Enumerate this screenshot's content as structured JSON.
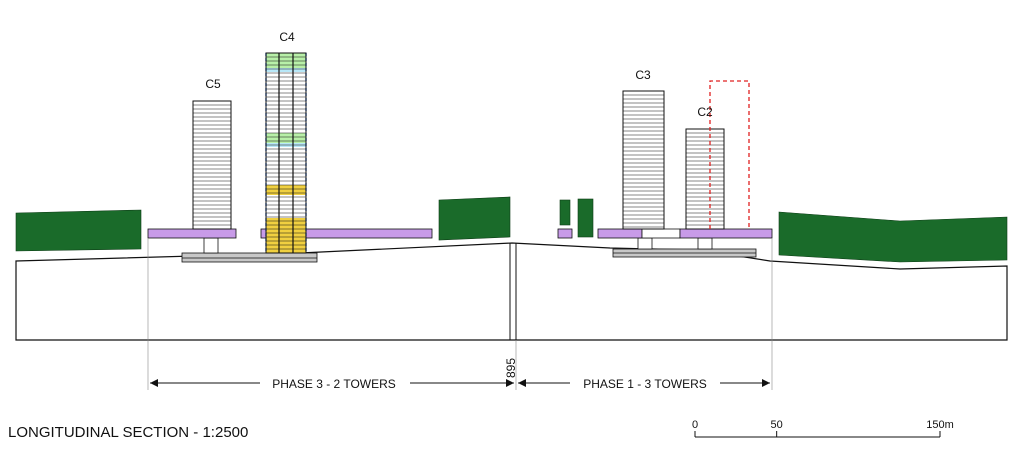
{
  "title": "LONGITUDINAL SECTION - 1:2500",
  "towers": {
    "c2": "C2",
    "c3": "C3",
    "c4": "C4",
    "c5": "C5"
  },
  "phases": {
    "left": "PHASE 3 - 2 TOWERS",
    "right": "PHASE 1 - 3 TOWERS"
  },
  "dimension_marker": "895",
  "scale_bar": {
    "ticks": [
      "0",
      "50",
      "150m"
    ],
    "values_m": [
      0,
      50,
      150
    ]
  },
  "colors": {
    "vegetation": "#1a6b2a",
    "podium": "#c89be8",
    "foundation": "#c8c8c8",
    "highlight_green": "#b8f0a8",
    "highlight_yellow": "#f0d040",
    "highlight_cyan": "#b8e8f8",
    "proposed_outline": "#e02020",
    "grid_blue": "#3070e0"
  }
}
